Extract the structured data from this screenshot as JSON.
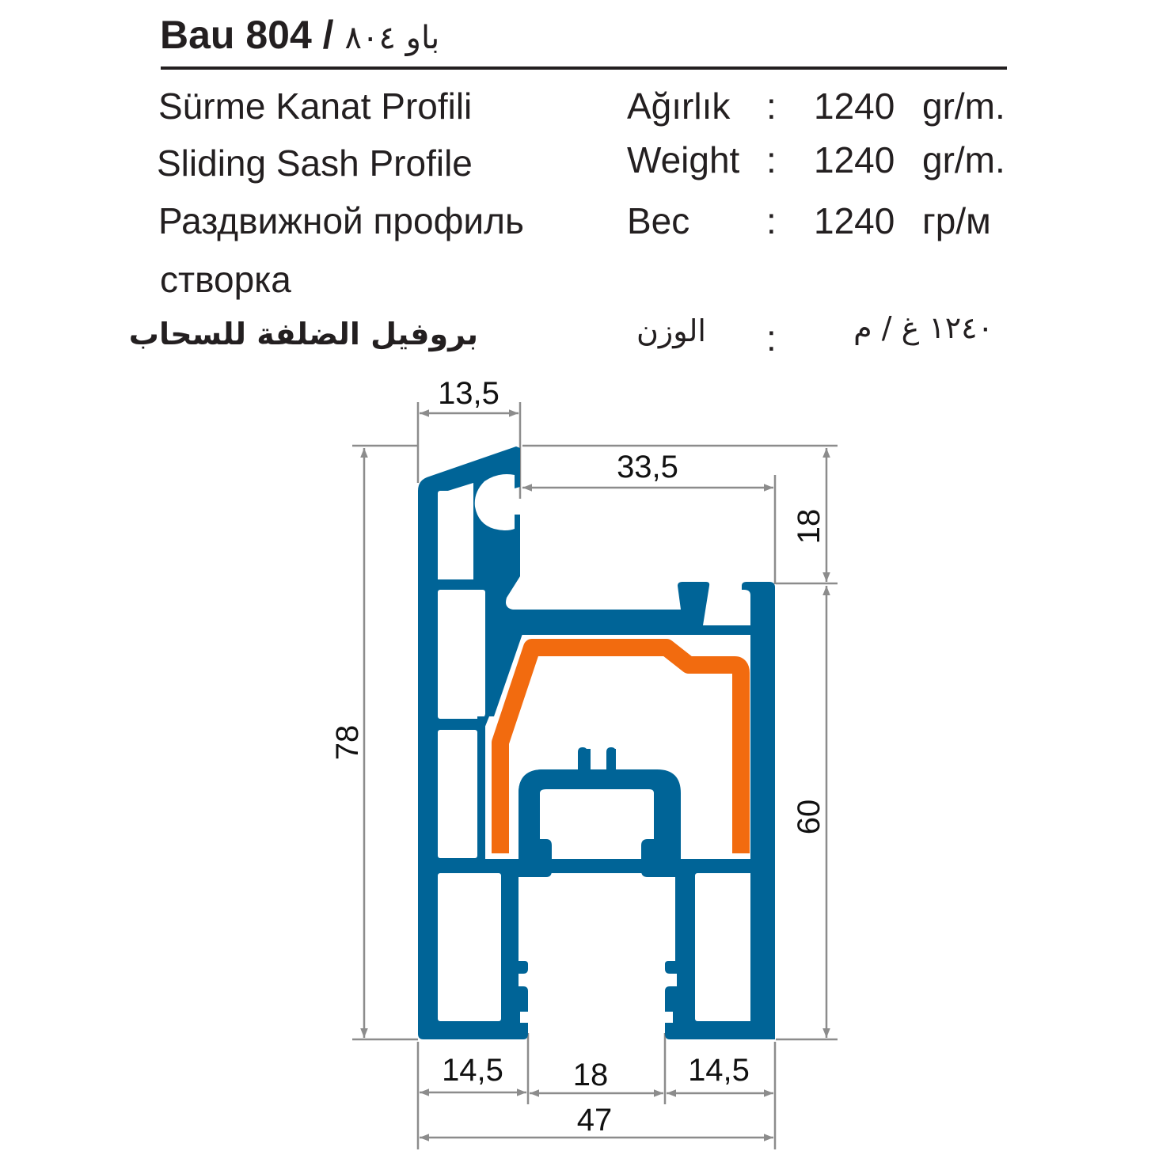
{
  "header": {
    "title_latin": "Bau 804 /",
    "title_arabic": "باو ٨٠٤"
  },
  "descriptions": {
    "tr": "Sürme Kanat Profili",
    "en": "Sliding Sash Profile",
    "ru_line1": "Раздвижной профиль",
    "ru_line2": "створка",
    "ar": "بروفيل الضلفة للسحاب"
  },
  "weights": [
    {
      "label": "Ağırlık",
      "sep": ":",
      "value": "1240",
      "unit": "gr/m."
    },
    {
      "label": "Weight",
      "sep": ":",
      "value": "1240",
      "unit": "gr/m."
    },
    {
      "label": "Вес",
      "sep": ":",
      "value": "1240",
      "unit": "гр/м"
    },
    {
      "label": "الوزن",
      "sep": ":",
      "value": "١٢٤٠ غ / م",
      "unit": ""
    }
  ],
  "dimensions": {
    "top_width": "13,5",
    "inner_width": "33,5",
    "top_height": "18",
    "total_height": "78",
    "lower_height": "60",
    "bottom_left": "14,5",
    "bottom_mid": "18",
    "bottom_right": "14,5",
    "total_width": "47"
  },
  "colors": {
    "profile_blue": "#006497",
    "reinforcement_orange": "#f26b0f",
    "dimension_gray": "#8c8c8c",
    "text": "#231f20"
  }
}
